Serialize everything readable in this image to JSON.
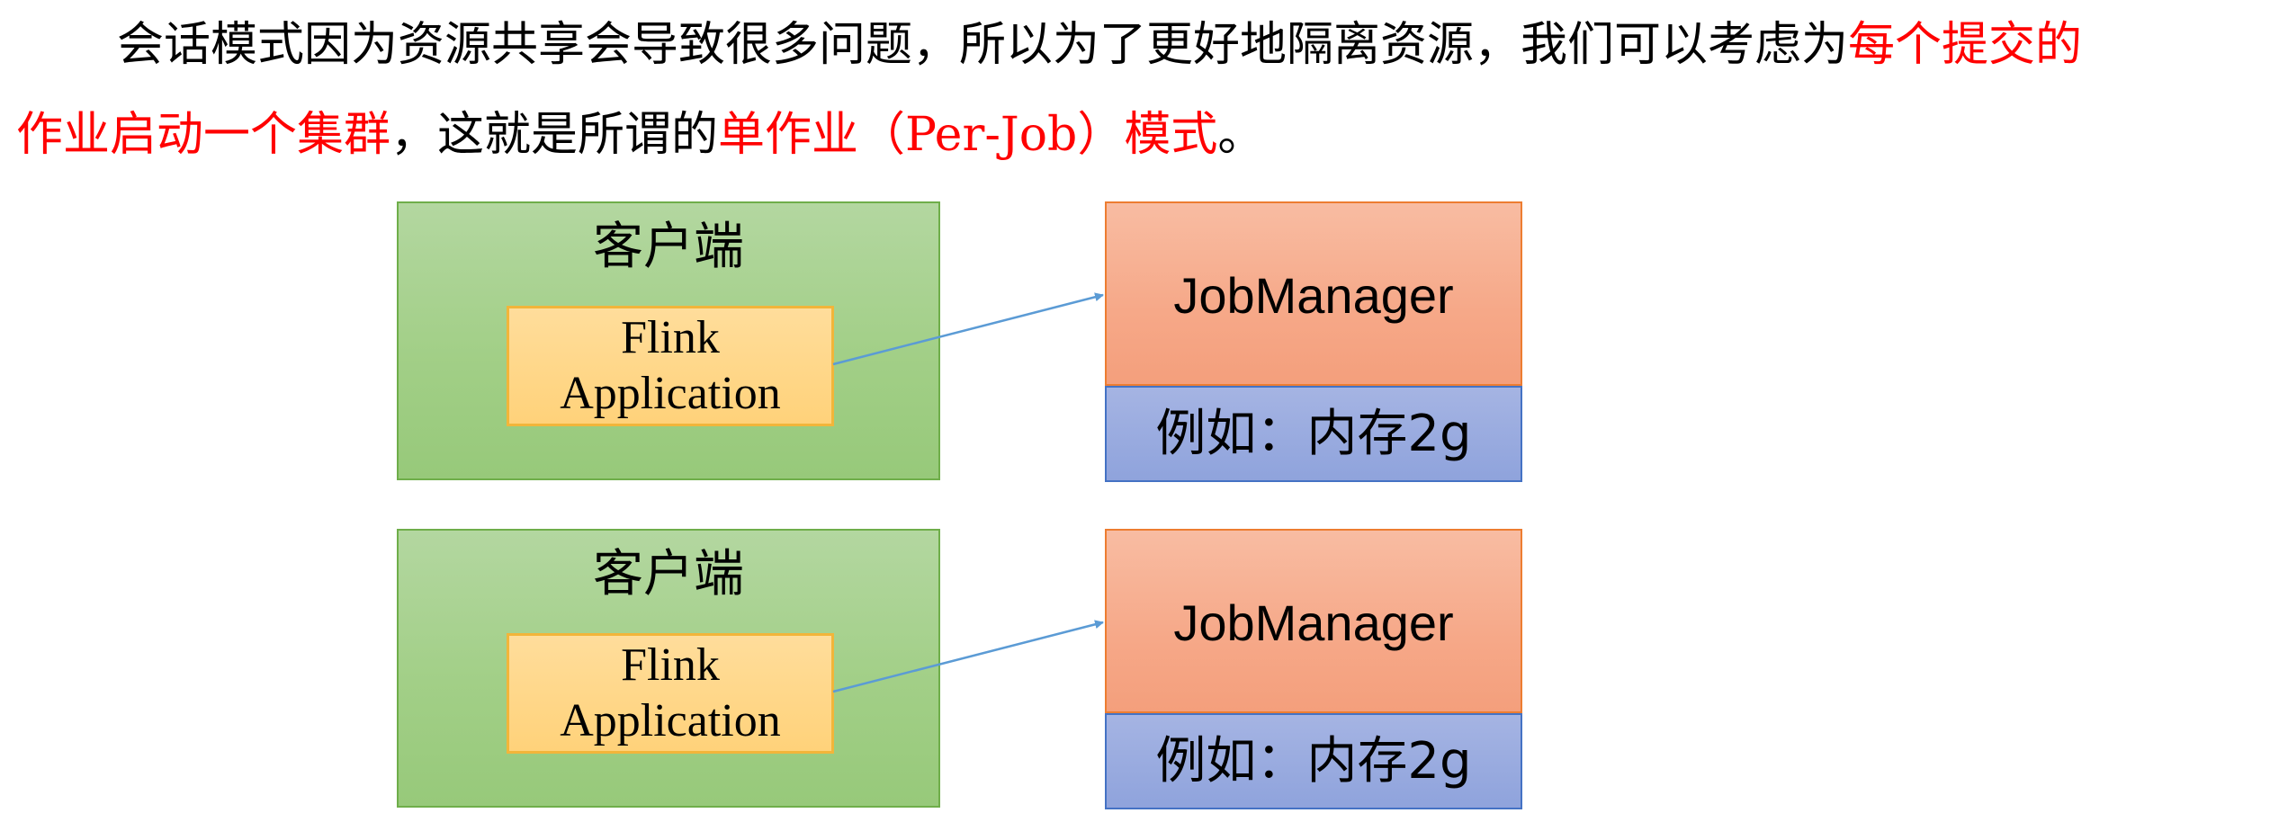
{
  "paragraph": {
    "line1_black": "会话模式因为资源共享会导致很多问题，所以为了更好地隔离资源，我们可以考虑为",
    "line1_red": "每个提交的",
    "line2_red_a": "作业启动一个集群",
    "line2_black_a": "，这就是所谓的",
    "line2_red_b": "单作业（Per-Job）模式",
    "line2_black_b": "。"
  },
  "diagram": {
    "rows": [
      {
        "client_label": "客户端",
        "app_line1": "Flink",
        "app_line2": "Application",
        "jobmanager_label": "JobManager",
        "memory_label": "例如：内存2g"
      },
      {
        "client_label": "客户端",
        "app_line1": "Flink",
        "app_line2": "Application",
        "jobmanager_label": "JobManager",
        "memory_label": "例如：内存2g"
      }
    ]
  },
  "colors": {
    "client_fill": "#a9d18e",
    "client_border": "#70ad47",
    "app_fill": "#ffd966",
    "app_border": "#ffc000",
    "jobmanager_fill": "#f4b183",
    "jobmanager_border": "#ed7d31",
    "memory_fill": "#8faadc",
    "memory_border": "#4472c4",
    "arrow": "#5b9bd5",
    "highlight_text": "#ff0000"
  }
}
